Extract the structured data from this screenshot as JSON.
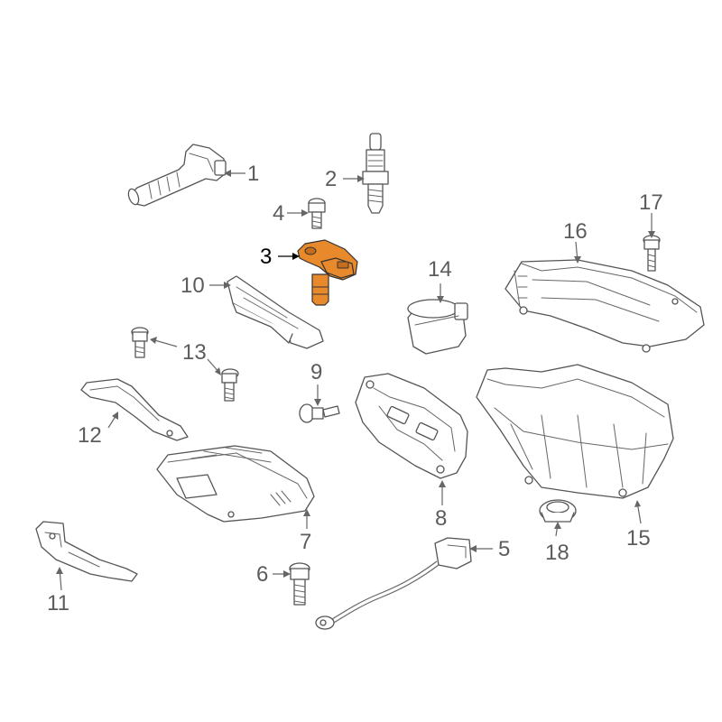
{
  "colors": {
    "highlight": "#e8892b",
    "line": "#555555",
    "label": "#5c5c5c",
    "active_label": "#000000"
  },
  "selected_part": "3",
  "callouts": {
    "c1": "1",
    "c2": "2",
    "c3": "3",
    "c4": "4",
    "c5": "5",
    "c6": "6",
    "c7": "7",
    "c8": "8",
    "c9": "9",
    "c10": "10",
    "c11": "11",
    "c12": "12",
    "c13": "13",
    "c14": "14",
    "c15": "15",
    "c16": "16",
    "c17": "17",
    "c18": "18"
  }
}
